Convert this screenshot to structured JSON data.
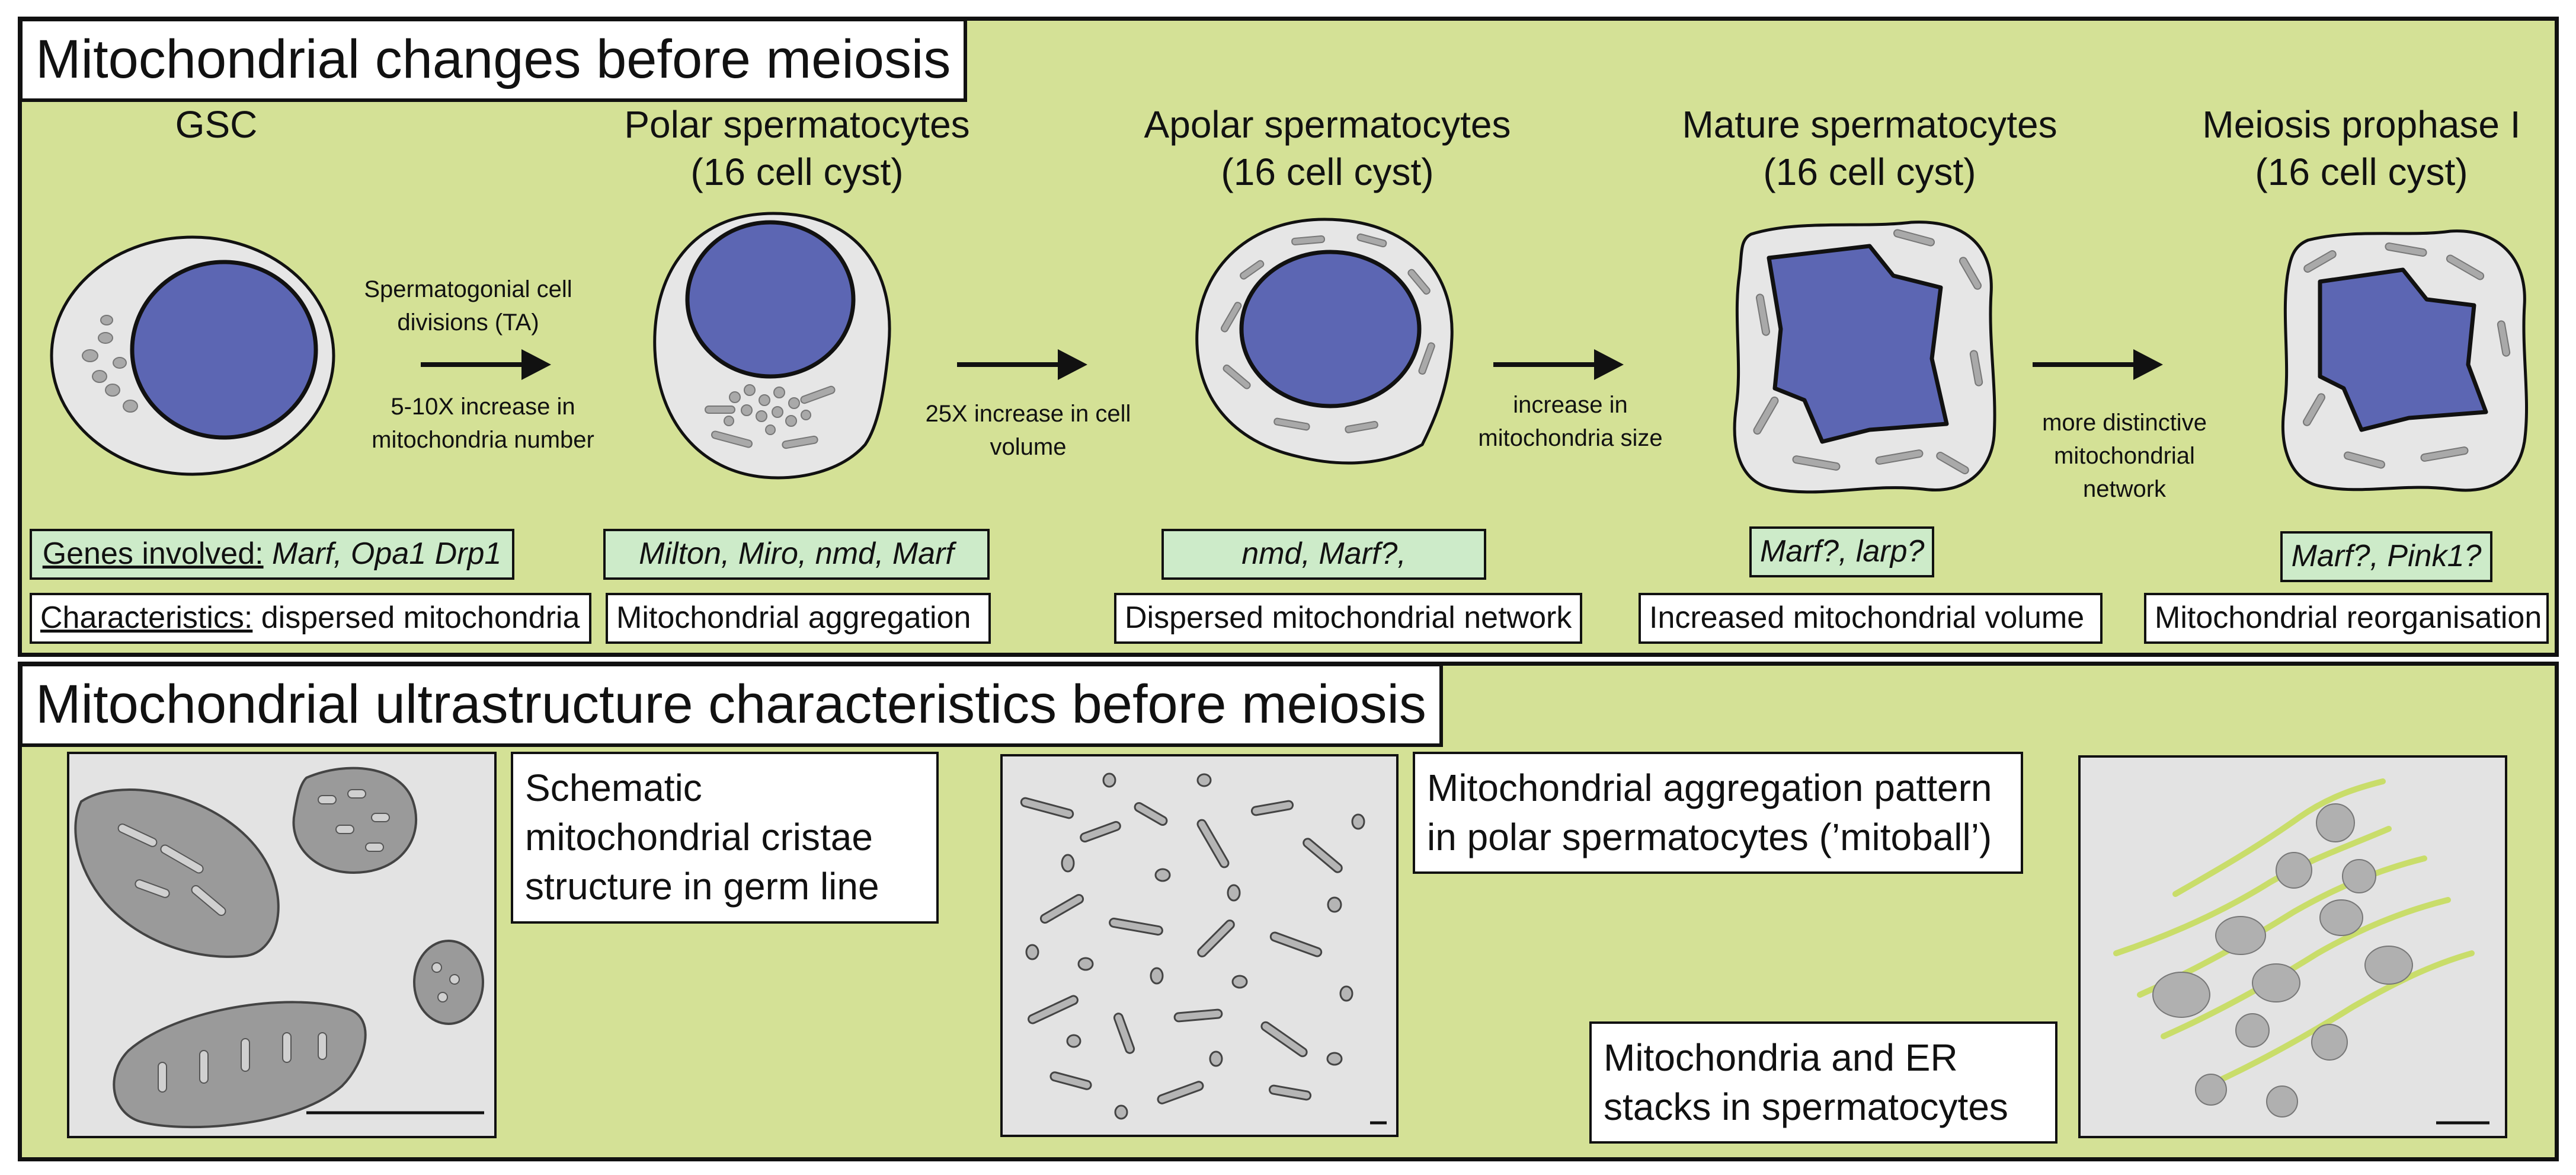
{
  "top_section": {
    "title": "Mitochondrial changes before meiosis"
  },
  "stages": [
    {
      "line1": "GSC",
      "line2": ""
    },
    {
      "line1": "Polar spermatocytes",
      "line2": "(16 cell cyst)"
    },
    {
      "line1": "Apolar spermatocytes",
      "line2": "(16 cell cyst)"
    },
    {
      "line1": "Mature spermatocytes",
      "line2": "(16 cell cyst)"
    },
    {
      "line1": "Meiosis prophase I",
      "line2": "(16 cell cyst)"
    }
  ],
  "transitions": [
    {
      "above": "Spermatogonial cell divisions (TA)",
      "below": "5-10X increase in mitochondria number"
    },
    {
      "below": "25X increase in cell volume"
    },
    {
      "below": "increase in mitochondria size"
    },
    {
      "below": "more distinctive mitochondrial network"
    }
  ],
  "genes": {
    "label": "Genes involved:",
    "gsc": "Marf, Opa1 Drp1",
    "polar": "Milton, Miro, nmd, Marf",
    "apolar": "nmd, Marf?,",
    "mature": "Marf?, larp?",
    "meiosis": "Marf?, Pink1?"
  },
  "characteristics": {
    "label": "Characteristics:",
    "gsc": "dispersed mitochondria",
    "polar": "Mitochondrial aggregation",
    "apolar": "Dispersed mitochondrial network",
    "mature": "Increased mitochondrial volume",
    "meiosis": "Mitochondrial reorganisation"
  },
  "bottom_section": {
    "title": "Mitochondrial ultrastructure characteristics before meiosis",
    "captions": {
      "cristae": "Schematic mitochondrial cristae structure in germ line",
      "mitoball": "Mitochondrial aggregation pattern in polar spermatocytes (’mitoball’)",
      "er": "Mitochondria and ER stacks in spermatocytes"
    }
  },
  "colors": {
    "background": "#d4e196",
    "nucleus": "#5c66b3",
    "cytoplasm": "#e6e6e6",
    "mitochondria": "#a9a9a9",
    "gene_box": "#cdebc9",
    "er": "#c9dd6a"
  }
}
